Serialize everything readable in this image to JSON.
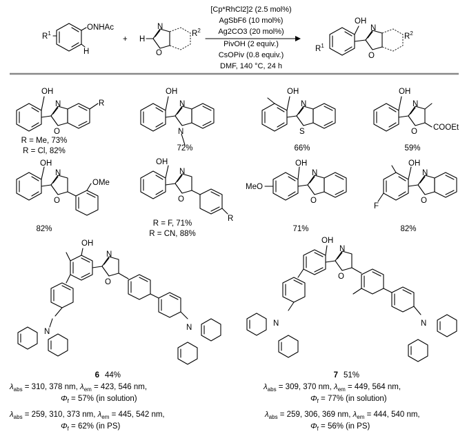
{
  "reaction": {
    "reactant1": {
      "r1": "R",
      "r1_sup": "1",
      "group": "ONHAc",
      "h": "H"
    },
    "plus": "+",
    "reactant2": {
      "h": "H",
      "n": "N",
      "o": "O",
      "r2": "R",
      "r2_sup": "2"
    },
    "conditions": [
      "[Cp*RhCl2]2 (2.5 mol%)",
      "AgSbF6 (10 mol%)",
      "Ag2CO3 (20 mol%)",
      "PivOH (2 equiv.)",
      "CsOPiv (0.8 equiv.)",
      "DMF, 140 °C, 24 h"
    ],
    "product": {
      "oh": "OH",
      "n": "N",
      "o": "O",
      "r1": "R",
      "r1_sup": "1",
      "r2": "R",
      "r2_sup": "2"
    }
  },
  "products": [
    {
      "id": "p1",
      "atoms": {
        "oh": "OH",
        "n": "N",
        "o": "O",
        "r": "R"
      },
      "yields": [
        "R = Me, 73%",
        "R = Cl, 82%"
      ]
    },
    {
      "id": "p2",
      "atoms": {
        "oh": "OH",
        "n1": "N",
        "n2": "N"
      },
      "yields": [
        "72%"
      ]
    },
    {
      "id": "p3",
      "atoms": {
        "oh": "OH",
        "n": "N",
        "s": "S"
      },
      "yields": [
        "66%"
      ]
    },
    {
      "id": "p4",
      "atoms": {
        "oh": "OH",
        "n": "N",
        "o": "O",
        "ester": "COOEt"
      },
      "yields": [
        "59%"
      ]
    },
    {
      "id": "p5",
      "atoms": {
        "oh": "OH",
        "n": "N",
        "o": "O",
        "ome": "OMe"
      },
      "yields": [
        "82%"
      ]
    },
    {
      "id": "p6",
      "atoms": {
        "oh": "OH",
        "n": "N",
        "o": "O",
        "r": "R"
      },
      "yields": [
        "R = F, 71%",
        "R = CN, 88%"
      ]
    },
    {
      "id": "p7",
      "atoms": {
        "oh": "OH",
        "n": "N",
        "o": "O",
        "meo": "MeO"
      },
      "yields": [
        "71%"
      ]
    },
    {
      "id": "p8",
      "atoms": {
        "oh": "OH",
        "n": "N",
        "o": "O",
        "f": "F"
      },
      "yields": [
        "82%"
      ]
    }
  ],
  "dyes": [
    {
      "id": "6",
      "yield": "44%",
      "atoms": {
        "oh": "OH",
        "n": "N",
        "o": "O",
        "n_left": "N",
        "n_right": "N"
      },
      "photo": [
        {
          "pre": "λ",
          "sub1": "abs",
          "mid": " = 310, 378 nm, ",
          "pre2": "λ",
          "sub2": "em",
          "post": " = 423, 546 nm,"
        },
        {
          "phi": "Φ",
          "phisub": "f",
          "text": " = 57% (in solution)"
        },
        {
          "pre": "λ",
          "sub1": "abs",
          "mid": " = 259, 310, 373 nm, ",
          "pre2": "λ",
          "sub2": "em",
          "post": " = 445, 542 nm,"
        },
        {
          "phi": "Φ",
          "phisub": "f",
          "text": " = 62% (in PS)"
        }
      ]
    },
    {
      "id": "7",
      "yield": "51%",
      "atoms": {
        "oh": "OH",
        "n": "N",
        "o": "O",
        "n_left": "N",
        "n_right": "N"
      },
      "photo": [
        {
          "pre": "λ",
          "sub1": "abs",
          "mid": " = 309, 370 nm, ",
          "pre2": "λ",
          "sub2": "em",
          "post": " = 449, 564 nm,"
        },
        {
          "phi": "Φ",
          "phisub": "f",
          "text": " = 77% (in solution)"
        },
        {
          "pre": "λ",
          "sub1": "abs",
          "mid": " = 259, 306, 369 nm, ",
          "pre2": "λ",
          "sub2": "em",
          "post": " = 444, 540 nm,"
        },
        {
          "phi": "Φ",
          "phisub": "f",
          "text": " = 56% (in PS)"
        }
      ]
    }
  ]
}
